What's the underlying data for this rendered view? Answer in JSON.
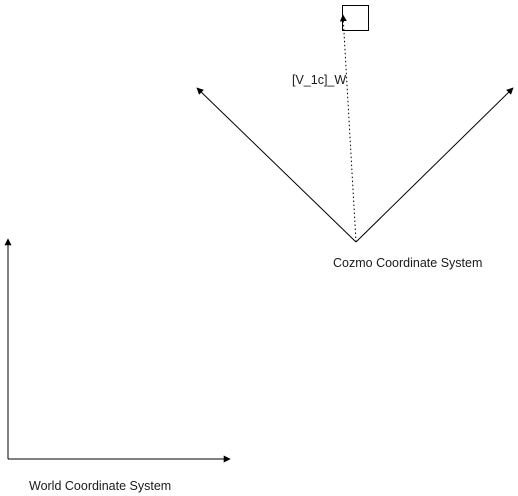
{
  "diagram": {
    "labels": {
      "cozmo_frame": "Cozmo Coordinate System",
      "world_frame": "World Coordinate System",
      "vector": "[V_1c]_W"
    },
    "elements": {
      "cozmo_frame": "axes",
      "world_frame": "axes",
      "vector": "dotted arrow",
      "target": "square"
    },
    "colors": {
      "stroke": "#000000",
      "text": "#1a1a1a",
      "background": "#ffffff"
    }
  }
}
